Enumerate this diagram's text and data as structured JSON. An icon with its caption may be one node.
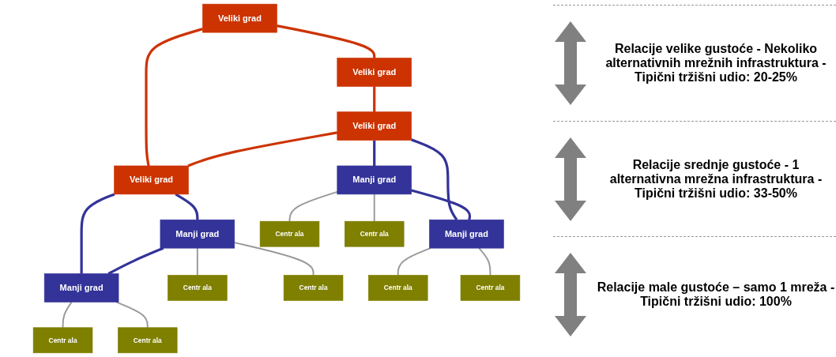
{
  "diagram": {
    "nodes": [
      {
        "text": [
          "Veliki grad"
        ]
      },
      {
        "text": [
          "Veliki grad"
        ]
      },
      {
        "text": [
          "Veliki grad"
        ]
      },
      {
        "text": [
          "Veliki grad"
        ]
      },
      {
        "text": [
          "Manji grad"
        ]
      },
      {
        "text": [
          "Manji grad"
        ]
      },
      {
        "text": [
          "Manji grad"
        ]
      },
      {
        "text": [
          "Manji grad"
        ]
      },
      {
        "text": [
          "Centr ala"
        ]
      },
      {
        "text": [
          "Centr ala"
        ]
      },
      {
        "text": [
          "Centr ala"
        ]
      },
      {
        "text": [
          "Centr ala"
        ]
      },
      {
        "text": [
          "Centr ala"
        ]
      },
      {
        "text": [
          "Centr ala"
        ]
      },
      {
        "text": [
          "Centr ala"
        ]
      },
      {
        "text": [
          "Centr ala"
        ]
      }
    ],
    "edges": [
      {
        "from": 0,
        "to": 1,
        "arrow": "none",
        "color": "#cc3300"
      },
      {
        "from": 1,
        "to": 3,
        "arrow": "none",
        "color": "#cc3300"
      },
      {
        "from": 3,
        "to": 2,
        "arrow": "none",
        "color": "#cc3300"
      },
      {
        "from": 2,
        "to": 0,
        "arrow": "none",
        "color": "#cc3300"
      },
      {
        "from": 2,
        "to": 4,
        "arrow": "none",
        "color": "#333399"
      },
      {
        "from": 4,
        "to": 5,
        "arrow": "none",
        "color": "#333399"
      },
      {
        "from": 5,
        "to": 2,
        "arrow": "none",
        "color": "#333399"
      },
      {
        "from": 3,
        "to": 6,
        "arrow": "none",
        "color": "#333399"
      },
      {
        "from": 6,
        "to": 7,
        "arrow": "none",
        "color": "#333399"
      },
      {
        "from": 7,
        "to": 3,
        "arrow": "none",
        "color": "#333399"
      },
      {
        "from": 4,
        "to": 8,
        "arrow": "none"
      },
      {
        "from": 4,
        "to": 9,
        "arrow": "none"
      },
      {
        "from": 5,
        "to": 10,
        "arrow": "none"
      },
      {
        "from": 5,
        "to": 11,
        "arrow": "none"
      },
      {
        "from": 6,
        "to": 12,
        "arrow": "none"
      },
      {
        "from": 6,
        "to": 13,
        "arrow": "none"
      },
      {
        "from": 7,
        "to": 14,
        "arrow": "none"
      },
      {
        "from": 7,
        "to": 15,
        "arrow": "none"
      }
    ],
    "labels": [
      "Relacije velike gustoće - Nekoliko alternativnih mrežnih infrastruktura - Tipični tržišni udio: 20-25%",
      "Relacije srednje gustoće - 1 alternativna mrežna infrastruktura - Tipični tržišni udio: 33-50%",
      "Relacije male gustoće – samo 1 mreža - Tipični tržišni udio: 100%"
    ]
  }
}
